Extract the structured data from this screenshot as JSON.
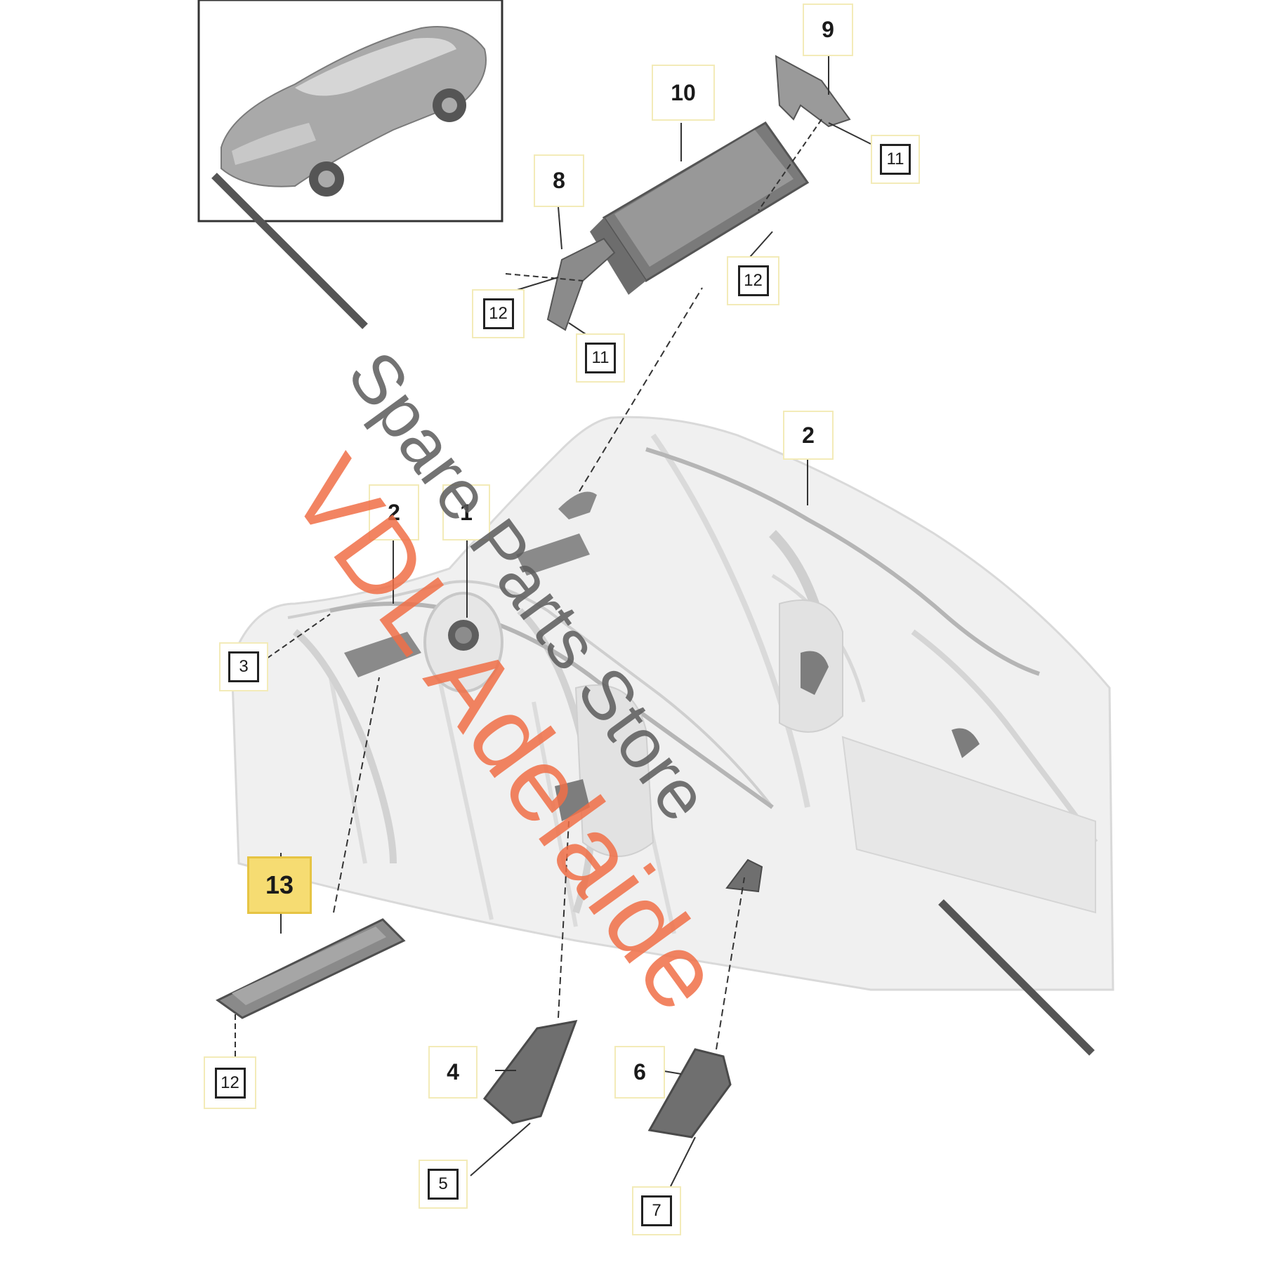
{
  "callouts": {
    "c1": "1",
    "c2a": "2",
    "c2b": "2",
    "c3": "3",
    "c4": "4",
    "c5": "5",
    "c6": "6",
    "c7": "7",
    "c8": "8",
    "c9": "9",
    "c10": "10",
    "c11a": "11",
    "c11b": "11",
    "c12a": "12",
    "c12b": "12",
    "c12c": "12",
    "c13": "13"
  },
  "watermark": {
    "line1": "VDL Adelaide",
    "line2": "Spare Parts Store"
  },
  "colors": {
    "highlight": "#f6dc72",
    "watermark_primary": "#f06e46",
    "watermark_secondary": "#5a5a5a",
    "part_fill": "#8f8f8f",
    "body_fill": "#eeeeee"
  }
}
